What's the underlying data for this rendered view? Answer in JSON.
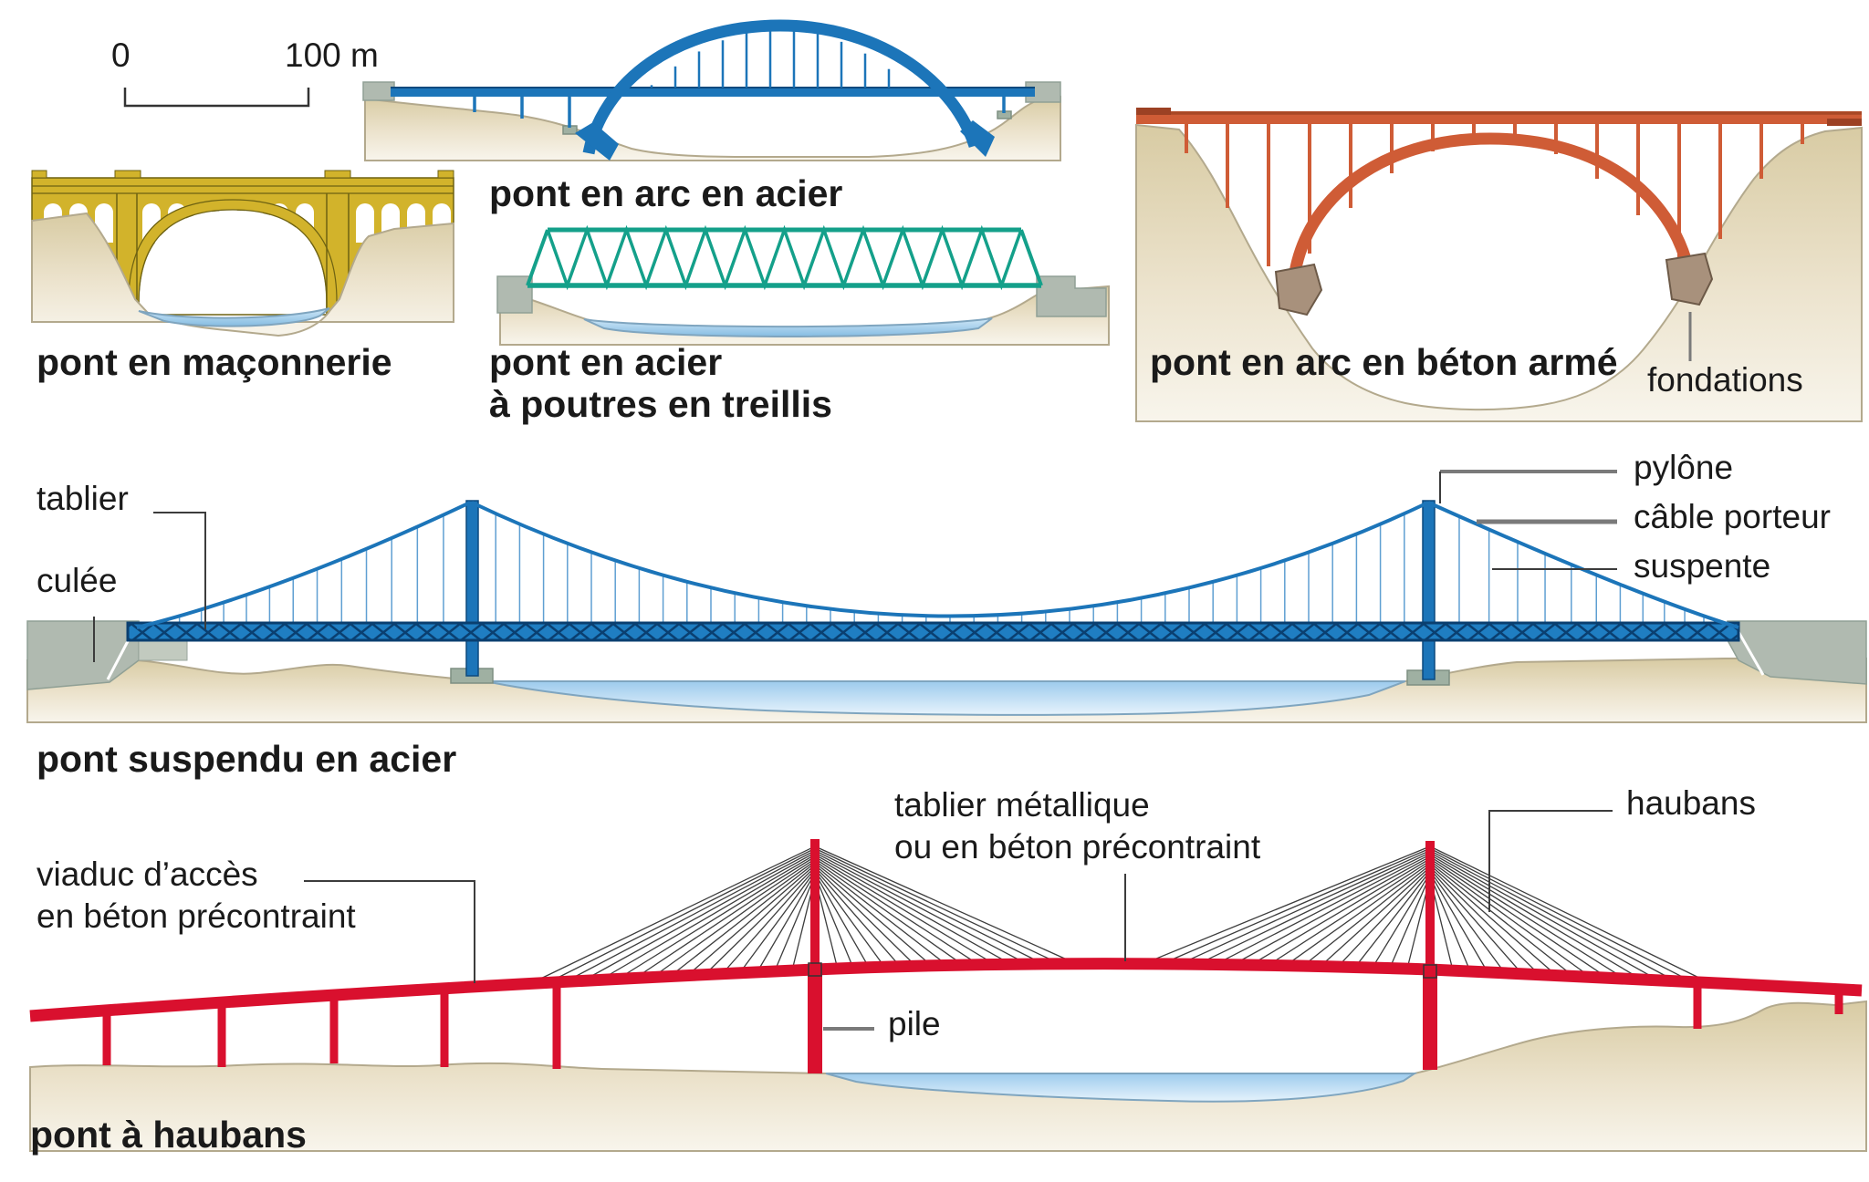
{
  "scale_bar": {
    "zero": "0",
    "hundred": "100 m"
  },
  "bridges": {
    "masonry": {
      "caption": "pont en maçonnerie"
    },
    "steel_arch": {
      "caption": "pont en arc en acier"
    },
    "truss": {
      "caption_line1": "pont en acier",
      "caption_line2": "à poutres en treillis"
    },
    "concrete_arch": {
      "caption": "pont en arc en béton armé",
      "labels": {
        "fondations": "fondations"
      }
    },
    "suspension": {
      "caption": "pont suspendu en acier",
      "labels": {
        "tablier": "tablier",
        "culee": "culée",
        "pylone": "pylône",
        "cable_porteur": "câble porteur",
        "suspente": "suspente"
      }
    },
    "cable_stayed": {
      "caption": "pont à haubans",
      "labels": {
        "viaduc_line1": "viaduc d’accès",
        "viaduc_line2": "en béton précontraint",
        "tablier_line1": "tablier métallique",
        "tablier_line2": "ou en béton précontraint",
        "haubans": "haubans",
        "pile": "pile"
      }
    }
  },
  "colors": {
    "masonry-yellow": "#d2b32b",
    "steel-blue": "#1c75b9",
    "truss-teal": "#14a08a",
    "concrete-orange": "#cf5c36",
    "cable-red": "#d9102e",
    "foundation-brown": "#a8917c",
    "terrain-tan": "#d8cba3",
    "water-blue": "#9dcbed",
    "label-ink": "#1a1a1a"
  }
}
